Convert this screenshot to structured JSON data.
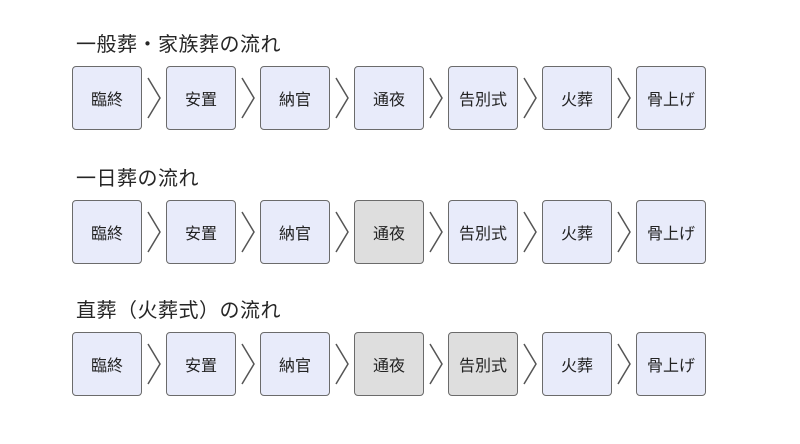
{
  "colors": {
    "included": "#e8ebfa",
    "omitted": "#dedede",
    "border": "#6b6b6b",
    "arrow": "#555555"
  },
  "icons": {
    "step_separator": "chevron-right-icon"
  },
  "flows": [
    {
      "title": "一般葬・家族葬の流れ",
      "steps": [
        {
          "label": "臨終",
          "included": true
        },
        {
          "label": "安置",
          "included": true
        },
        {
          "label": "納官",
          "included": true
        },
        {
          "label": "通夜",
          "included": true
        },
        {
          "label": "告別式",
          "included": true
        },
        {
          "label": "火葬",
          "included": true
        },
        {
          "label": "骨上げ",
          "included": true
        }
      ]
    },
    {
      "title": "一日葬の流れ",
      "steps": [
        {
          "label": "臨終",
          "included": true
        },
        {
          "label": "安置",
          "included": true
        },
        {
          "label": "納官",
          "included": true
        },
        {
          "label": "通夜",
          "included": false
        },
        {
          "label": "告別式",
          "included": true
        },
        {
          "label": "火葬",
          "included": true
        },
        {
          "label": "骨上げ",
          "included": true
        }
      ]
    },
    {
      "title": "直葬（火葬式）の流れ",
      "steps": [
        {
          "label": "臨終",
          "included": true
        },
        {
          "label": "安置",
          "included": true
        },
        {
          "label": "納官",
          "included": true
        },
        {
          "label": "通夜",
          "included": false
        },
        {
          "label": "告別式",
          "included": false
        },
        {
          "label": "火葬",
          "included": true
        },
        {
          "label": "骨上げ",
          "included": true
        }
      ]
    }
  ]
}
